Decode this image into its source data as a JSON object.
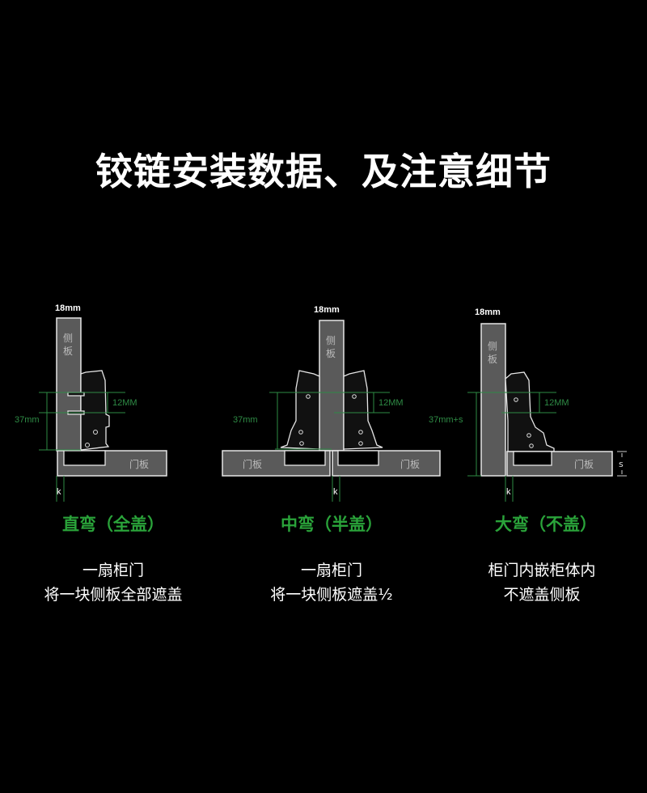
{
  "title": "铰链安装数据、及注意细节",
  "common": {
    "thickness": "18mm",
    "side_panel": "侧板",
    "side_panel_chars": [
      "侧",
      "板"
    ],
    "door_panel": "门板",
    "spacing": "12MM",
    "k": "k",
    "s": "s"
  },
  "panels": [
    {
      "label": "直弯（全盖）",
      "distance": "37mm",
      "desc": [
        "一扇柜门",
        "将一块侧板全部遮盖"
      ]
    },
    {
      "label": "中弯（半盖）",
      "distance": "37mm",
      "desc": [
        "一扇柜门",
        "将一块侧板遮盖½"
      ]
    },
    {
      "label": "大弯（不盖）",
      "distance": "37mm+s",
      "desc": [
        "柜门内嵌柜体内",
        "不遮盖侧板"
      ]
    }
  ],
  "colors": {
    "accent": "#2aa33a",
    "background": "#000000"
  }
}
